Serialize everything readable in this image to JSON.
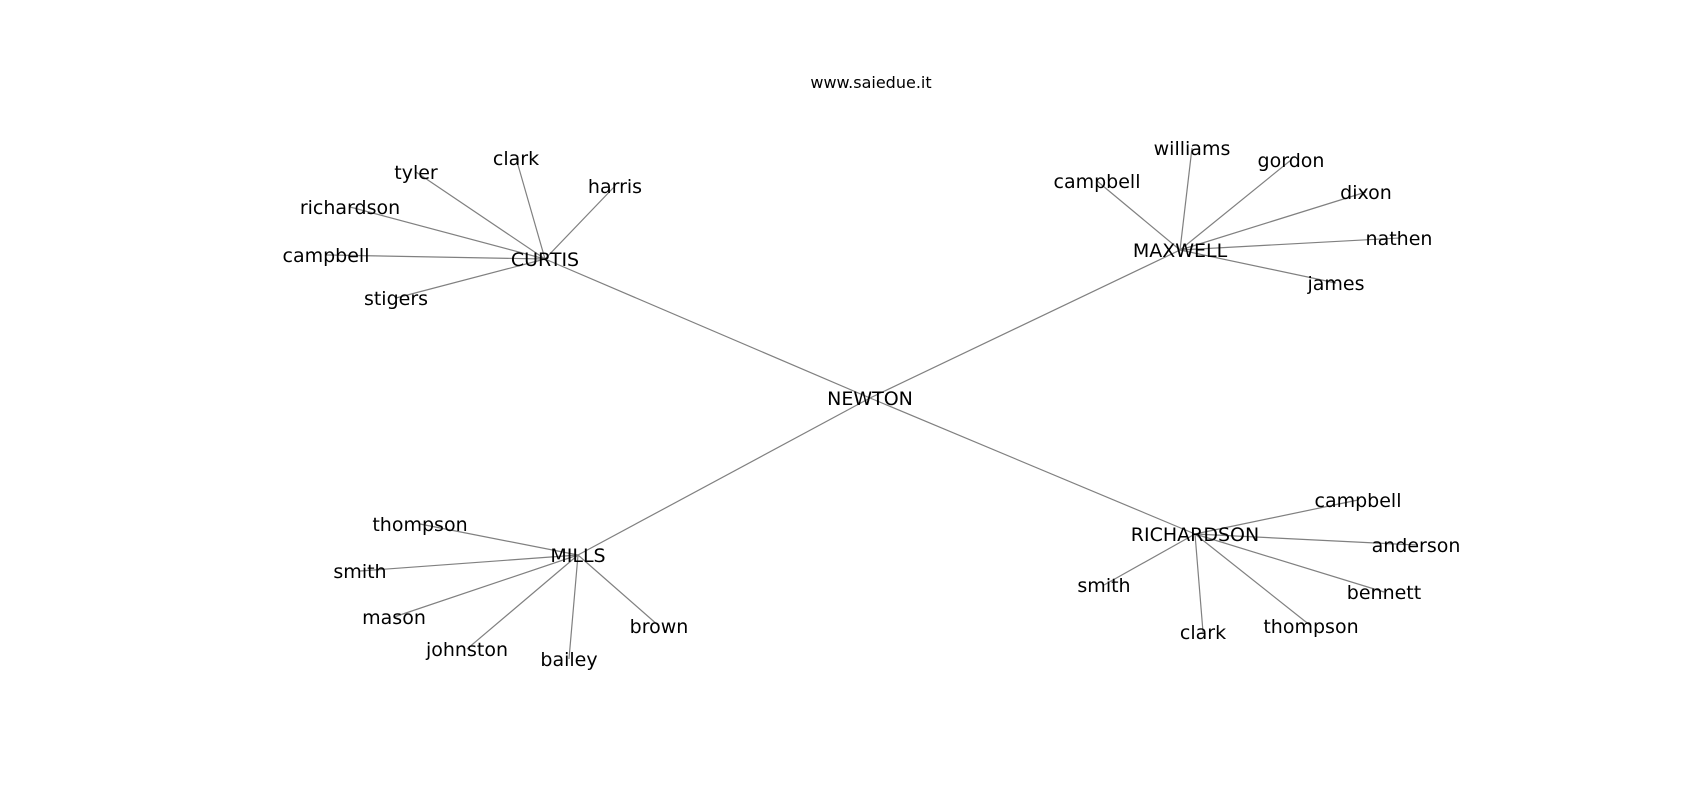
{
  "watermark": "www.saiedue.it",
  "colors": {
    "edge": "#808080",
    "text": "#000000",
    "background": "#ffffff"
  },
  "tree": {
    "root": "NEWTON",
    "groups": [
      {
        "name": "CURTIS",
        "children": [
          "tyler",
          "clark",
          "harris",
          "richardson",
          "campbell",
          "stigers"
        ]
      },
      {
        "name": "MAXWELL",
        "children": [
          "campbell",
          "williams",
          "gordon",
          "dixon",
          "nathen",
          "james"
        ]
      },
      {
        "name": "MILLS",
        "children": [
          "thompson",
          "smith",
          "mason",
          "johnston",
          "bailey",
          "brown"
        ]
      },
      {
        "name": "RICHARDSON",
        "children": [
          "campbell",
          "anderson",
          "bennett",
          "thompson",
          "clark",
          "smith"
        ]
      }
    ]
  }
}
